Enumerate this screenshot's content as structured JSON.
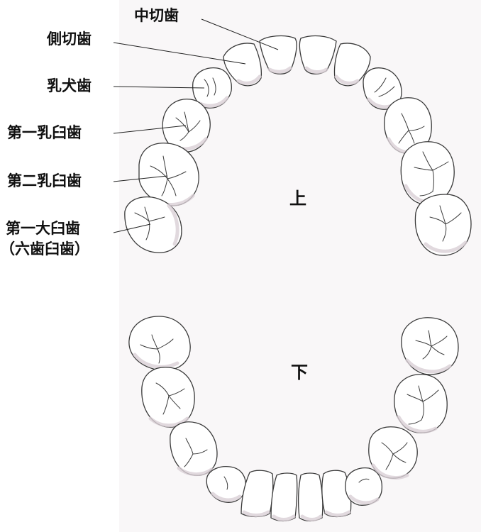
{
  "labels": {
    "central_incisor": "中切歯",
    "lateral_incisor": "側切歯",
    "primary_canine": "乳犬歯",
    "first_primary_molar": "第一乳臼歯",
    "second_primary_molar": "第二乳臼歯",
    "first_permanent_molar_line1": "第一大臼歯",
    "first_permanent_molar_line2": "（六歯臼歯）"
  },
  "jaws": {
    "upper": "上",
    "lower": "下"
  }
}
